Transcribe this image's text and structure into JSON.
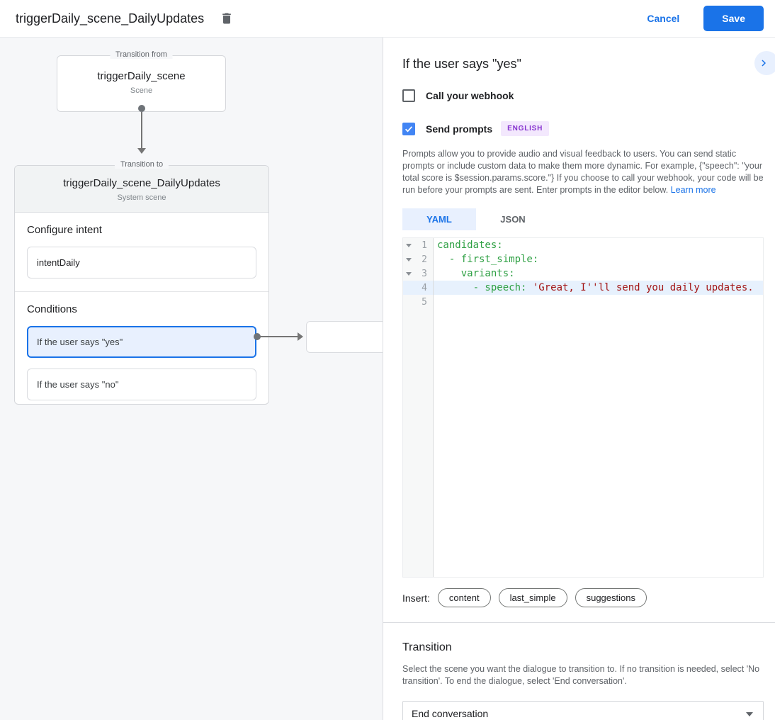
{
  "header": {
    "title": "triggerDaily_scene_DailyUpdates",
    "cancel_label": "Cancel",
    "save_label": "Save"
  },
  "diagram": {
    "from_box": {
      "legend": "Transition from",
      "title": "triggerDaily_scene",
      "subtitle": "Scene"
    },
    "to_box": {
      "legend": "Transition to",
      "title": "triggerDaily_scene_DailyUpdates",
      "subtitle": "System scene",
      "intent_section": {
        "label": "Configure intent",
        "value": "intentDaily"
      },
      "conditions_section": {
        "label": "Conditions",
        "items": [
          {
            "label": "If the user says \"yes\"",
            "selected": true
          },
          {
            "label": "If the user says \"no\"",
            "selected": false
          }
        ]
      }
    }
  },
  "panel": {
    "title": "If the user says \"yes\"",
    "webhook_checkbox": {
      "label": "Call your webhook",
      "checked": false
    },
    "prompts_checkbox": {
      "label": "Send prompts",
      "checked": true,
      "badge": "ENGLISH"
    },
    "description": "Prompts allow you to provide audio and visual feedback to users. You can send static prompts or include custom data to make them more dynamic. For example, {\"speech\": \"your total score is $session.params.score.\"} If you choose to call your webhook, your code will be run before your prompts are sent. Enter prompts in the editor below. ",
    "learn_more": "Learn more",
    "tabs": [
      {
        "label": "YAML",
        "selected": true
      },
      {
        "label": "JSON",
        "selected": false
      }
    ],
    "editor": {
      "lines": [
        {
          "number": 1,
          "fold": true,
          "highlight": false,
          "segments": [
            {
              "text": "candidates:",
              "type": "key"
            }
          ]
        },
        {
          "number": 2,
          "fold": true,
          "highlight": false,
          "segments": [
            {
              "text": "  - first_simple:",
              "type": "key"
            }
          ]
        },
        {
          "number": 3,
          "fold": true,
          "highlight": false,
          "segments": [
            {
              "text": "    variants:",
              "type": "key"
            }
          ]
        },
        {
          "number": 4,
          "fold": false,
          "highlight": true,
          "segments": [
            {
              "text": "      - speech: ",
              "type": "key"
            },
            {
              "text": "'Great, I''ll send you daily updates.",
              "type": "string"
            }
          ]
        },
        {
          "number": 5,
          "fold": false,
          "highlight": false,
          "segments": []
        }
      ]
    },
    "insert": {
      "label": "Insert:",
      "chips": [
        "content",
        "last_simple",
        "suggestions"
      ]
    },
    "transition": {
      "title": "Transition",
      "description": "Select the scene you want the dialogue to transition to. If no transition is needed, select 'No transition'. To end the dialogue, select 'End conversation'.",
      "selected_value": "End conversation"
    }
  },
  "colors": {
    "accent_blue": "#1a73e8",
    "selected_condition_bg": "#e8f0fe",
    "checkbox_checked": "#4285f4",
    "badge_purple_text": "#8430ce",
    "badge_purple_bg": "#f3e8fd",
    "code_key_green": "#2ea043",
    "code_string_red": "#a31515",
    "active_line_bg": "#e7f1fd"
  }
}
